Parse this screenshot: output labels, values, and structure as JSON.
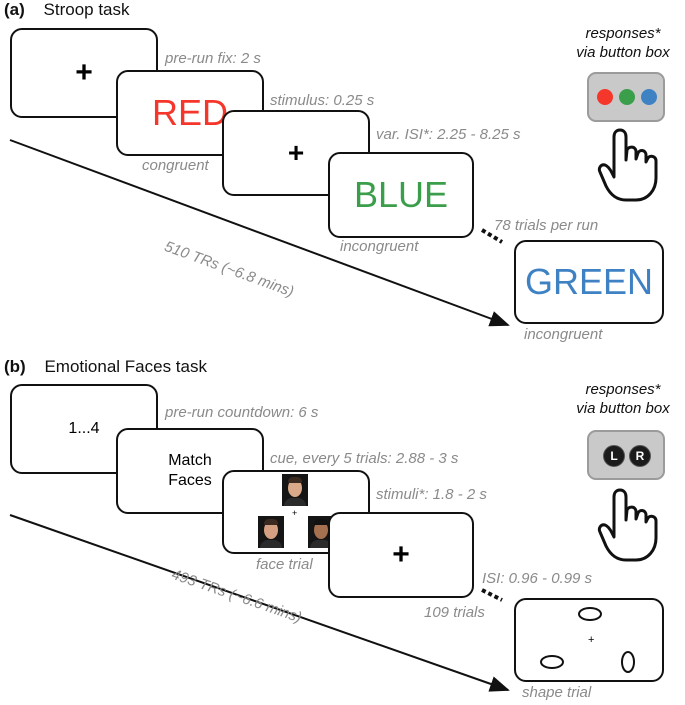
{
  "stroop": {
    "panel_letter": "(a)",
    "panel_title": "Stroop task",
    "cards": {
      "fix": "+",
      "red": "RED",
      "isi": "+",
      "blue": "BLUE",
      "green": "GREEN"
    },
    "timing": {
      "pre_run_fix": "pre-run fix: 2 s",
      "stimulus": "stimulus: 0.25 s",
      "var_isi": "var. ISI*: 2.25 - 8.25 s",
      "trials_per_run": "78 trials per run"
    },
    "labels": {
      "congruent": "congruent",
      "incongruent_1": "incongruent",
      "incongruent_2": "incongruent"
    },
    "trs": "510 TRs (~6.8 mins)",
    "responses_line1": "responses*",
    "responses_line2": "via button box",
    "colors": {
      "red": "#f5362b",
      "green": "#3a9e4a",
      "blue": "#3f82c4",
      "gray_text": "#8a8a8a"
    }
  },
  "faces": {
    "panel_letter": "(b)",
    "panel_title": "Emotional Faces task",
    "cards": {
      "countdown": "1...4",
      "cue_line1": "Match",
      "cue_line2": "Faces",
      "isi": "+",
      "shape_fix": "+"
    },
    "timing": {
      "countdown": "pre-run countdown: 6 s",
      "cue": "cue, every 5 trials: 2.88 - 3 s",
      "stimuli": "stimuli*: 1.8 - 2 s",
      "isi": "ISI: 0.96 - 0.99 s",
      "trials": "109 trials"
    },
    "labels": {
      "face_trial": "face trial",
      "shape_trial": "shape trial"
    },
    "trs": "493 TRs (~6.6 mins)",
    "responses_line1": "responses*",
    "responses_line2": "via button box",
    "buttons": [
      "L",
      "R"
    ]
  }
}
